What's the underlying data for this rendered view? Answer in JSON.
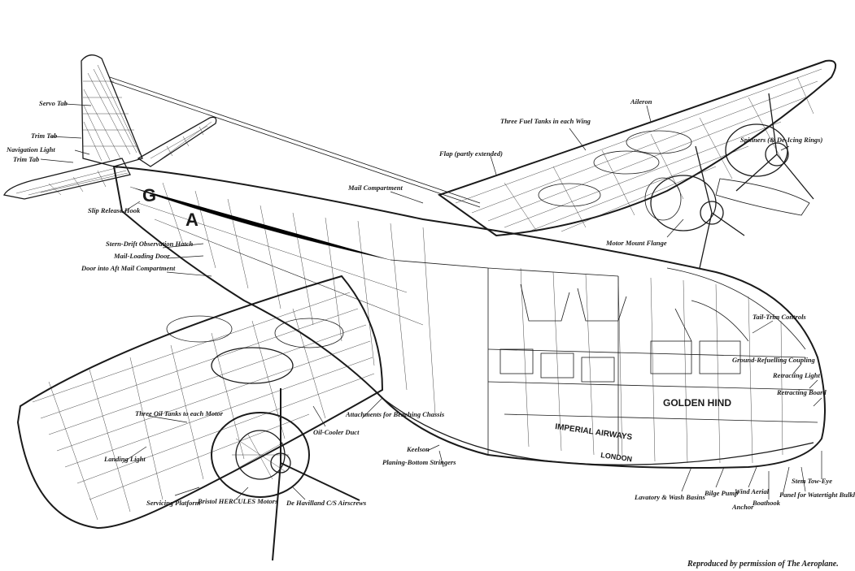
{
  "labels": {
    "servo_tab": "Servo Tab",
    "trim_tab_upper": "Trim Tab",
    "navigation_light": "Navigation Light",
    "trim_tab_lower": "Trim Tab",
    "slip_release_hook": "Slip Release Hook",
    "stern_drift_observation_hatch": "Stern-Drift Observation Hatch",
    "mail_loading_door": "Mail-Loading Door",
    "door_into_aft_mail": "Door into Aft Mail Compartment",
    "mail_compartment": "Mail Compartment",
    "flap": "Flap (partly extended)",
    "three_fuel_tanks": "Three Fuel Tanks in each Wing",
    "aileron": "Aileron",
    "spinners": "Spinners (& De-Icing Rings)",
    "motor_mount_flange": "Motor Mount Flange",
    "tail_trim_controls": "Tail-Trim Controls",
    "ground_refuelling_coupling": "Ground-Refuelling Coupling",
    "retracting_light": "Retracting Light",
    "retracting_board": "Retracting Board",
    "three_oil_tanks": "Three Oil Tanks to each Motor",
    "oil_cooler_duct": "Oil-Cooler Duct",
    "attachments_beaching_chassis": "Attachments for Beaching Chassis",
    "keelson": "Keelson",
    "planing_bottom_stringers": "Planing-Bottom Stringers",
    "landing_light": "Landing Light",
    "servicing_platform": "Servicing Platform",
    "bristol_hercules_motors": "Bristol HERCULES Motors",
    "de_havilland_airscrews": "De Havilland C/S Airscrews",
    "lavatory": "Lavatory & Wash Basins",
    "bilge_pump": "Bilge Pump",
    "wind_aerial": "Wind Aerial",
    "anchor": "Anchor",
    "boathook": "Boathook",
    "panel_watertight_bulkhead": "Panel for Watertight Bulkhead",
    "stem_tow_eye": "Stem Tow-Eye"
  },
  "livery": {
    "registration_letter_1": "G",
    "registration_letter_2": "A",
    "name": "GOLDEN HIND",
    "airline": "IMPERIAL AIRWAYS",
    "city": "LONDON"
  },
  "credit": "Reproduced by permission of The Aeroplane.",
  "colors": {
    "ink": "#1a1a1a",
    "paper": "#ffffff"
  }
}
